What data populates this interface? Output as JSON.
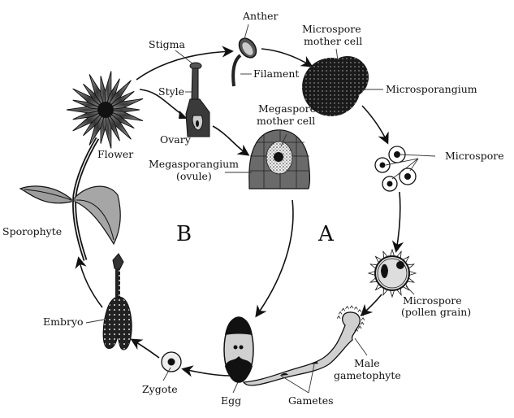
{
  "diagram": {
    "title": "Life cycle of an angiosperm",
    "regions": {
      "A": "A",
      "B": "B"
    },
    "labels": {
      "anther": "Anther",
      "filament": "Filament",
      "stigma": "Stigma",
      "style": "Style",
      "ovary": "Ovary",
      "flower": "Flower",
      "microspore_mother_cell_1": "Microspore",
      "microspore_mother_cell_2": "mother cell",
      "microsporangium": "Microsporangium",
      "megaspore_mother_cell_1": "Megaspore",
      "megaspore_mother_cell_2": "mother cell",
      "megasporangium_1": "Megasporangium",
      "megasporangium_2": "(ovule)",
      "microspore": "Microspore",
      "pollen_1": "Microspore",
      "pollen_2": "(pollen grain)",
      "male_gametophyte_1": "Male",
      "male_gametophyte_2": "gametophyte",
      "gametes": "Gametes",
      "egg": "Egg",
      "zygote": "Zygote",
      "embryo": "Embryo",
      "sporophyte": "Sporophyte"
    },
    "colors": {
      "ink": "#111111",
      "gray_fill": "#d0d0d0",
      "mid_gray": "#7a7a7a",
      "dark": "#1a1a1a"
    }
  }
}
